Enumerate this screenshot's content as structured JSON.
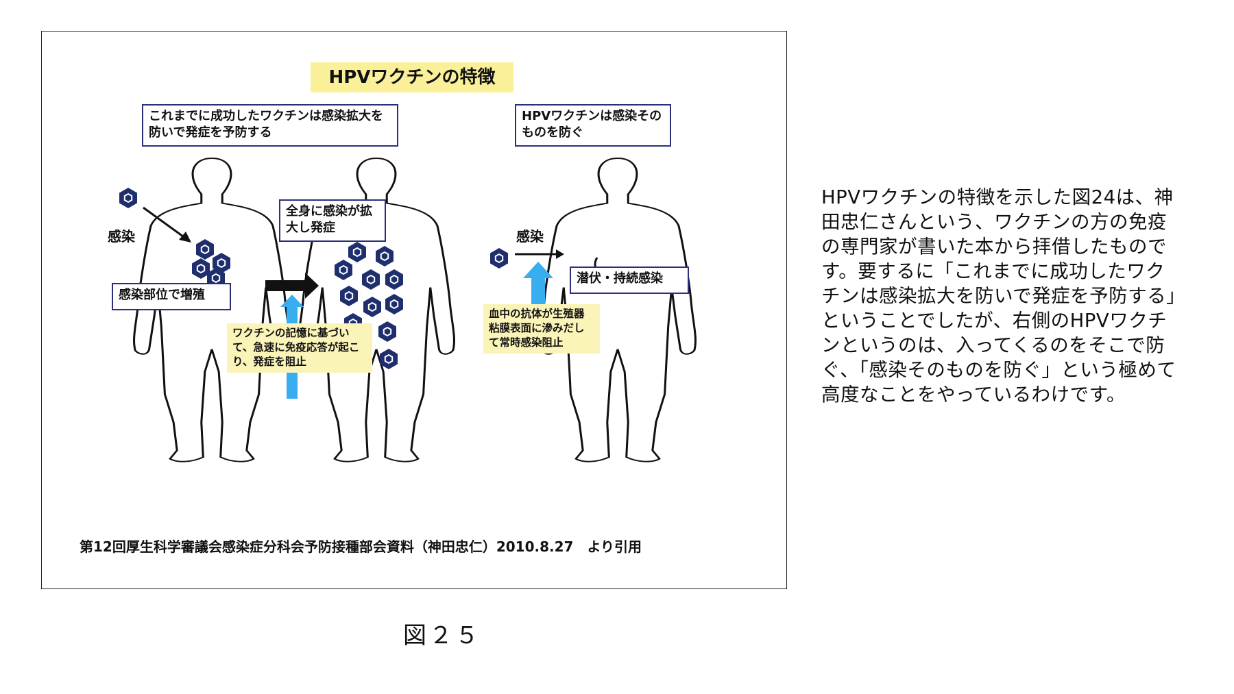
{
  "slide": {
    "title": "HPVワクチンの特徴",
    "box_previous": "これまでに成功したワクチンは感染拡大を防いで発症を予防する",
    "box_hpv": "HPVワクチンは感染そのものを防ぐ",
    "label_infection_left": "感染",
    "label_infection_right": "感染",
    "box_local": "感染部位で増殖",
    "box_spread": "全身に感染が拡大し発症",
    "note_memory": "ワクチンの記憶に基づいて、急速に免疫応答が起こり、発症を阻止",
    "note_antibody": "血中の抗体が生殖器粘膜表面に滲みだして常時感染阻止",
    "box_latent": "潜伏・持続感染",
    "source": "第12回厚生科学審議会感染症分科会予防接種部会資料（神田忠仁）2010.8.27　より引用"
  },
  "caption": "図２５",
  "description": "HPVワクチンの特徴を示した図24は、神田忠仁さんという、ワクチンの方の免疫の専門家が書いた本から拝借したものです。要するに「これまでに成功したワクチンは感染拡大を防いで発症を予防する」ということでしたが、右側のHPVワクチンというのは、入ってくるのをそこで防ぐ、「感染そのものを防ぐ」という極めて高度なことをやっているわけです。",
  "colors": {
    "virus": "#1f2f6e",
    "box_border": "#2b2f7a",
    "title_bg": "#fbf09a",
    "note_bg": "#fbf4b9",
    "up_arrow": "#38aef0"
  }
}
